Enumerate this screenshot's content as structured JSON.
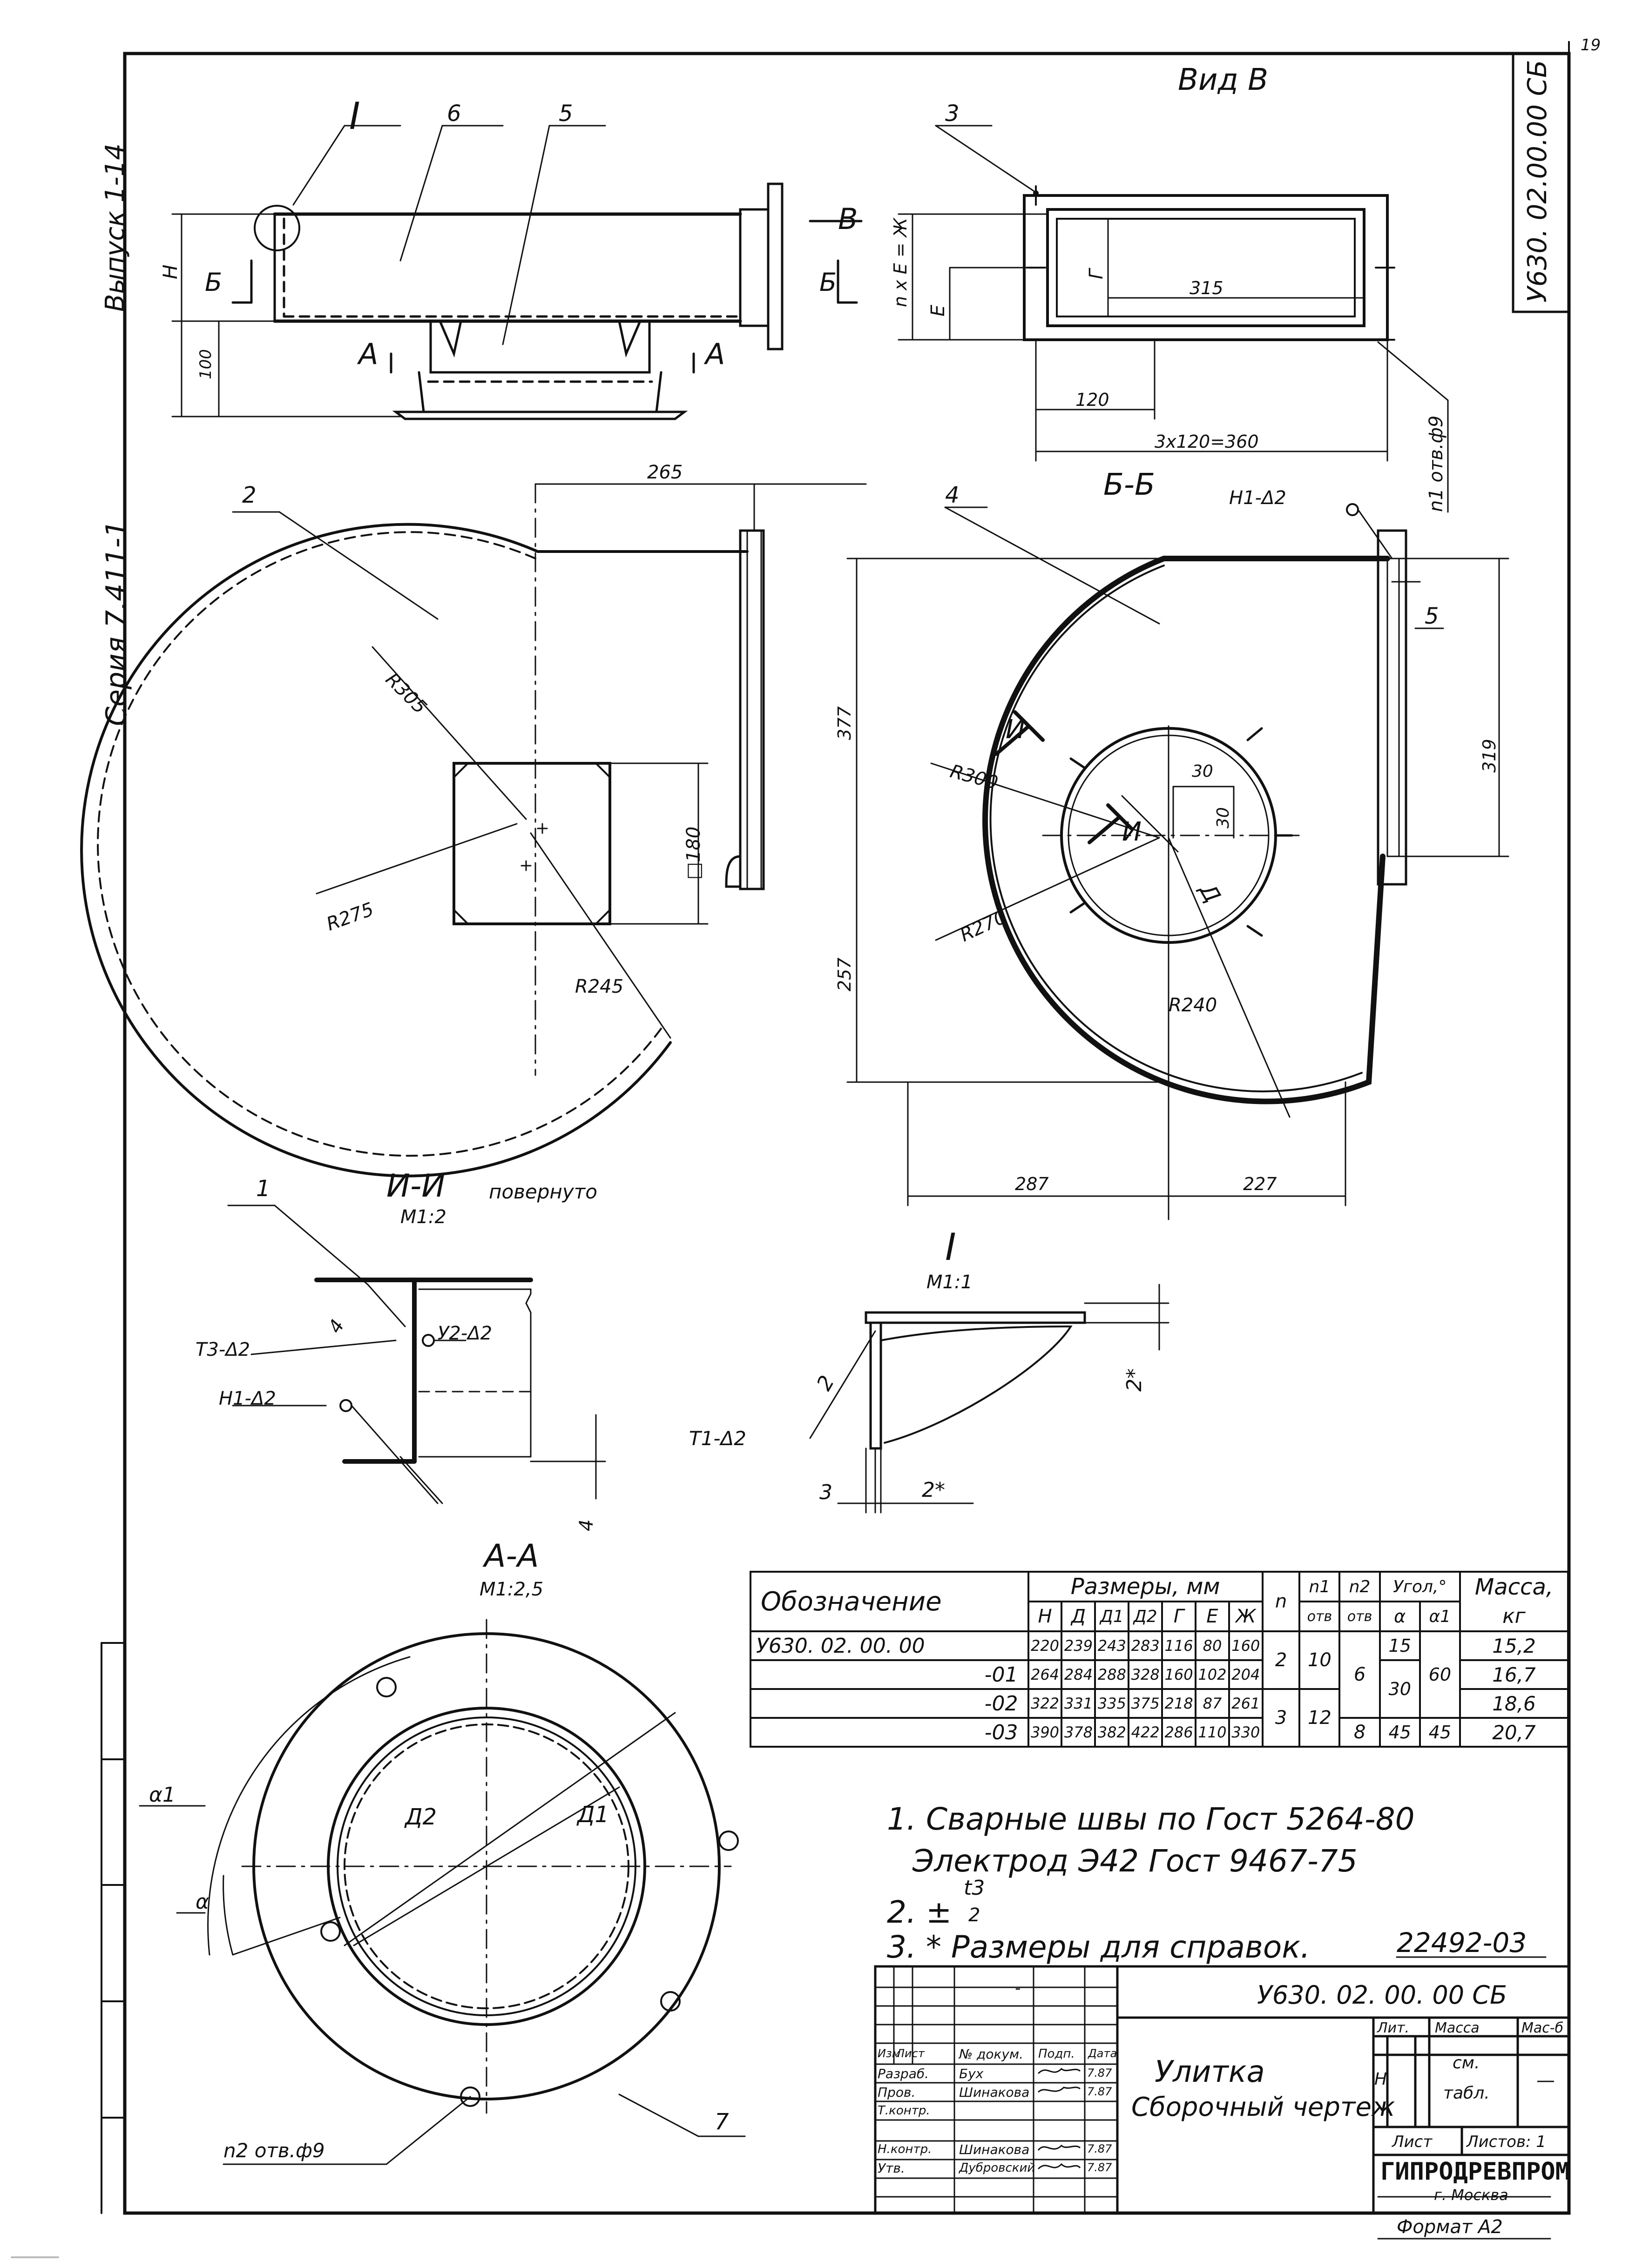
{
  "sheet": {
    "page_number": "19",
    "designation_vertical": "У630. 02.00.00 СБ",
    "series": "Серия 7.411-1",
    "issue": "Выпуск 1-14",
    "archive_number": "22492-03",
    "format": "Формат А2"
  },
  "views": {
    "view_b_title": "Вид В",
    "section_bb_title": "Б-Б",
    "section_ii_title": "И-И",
    "section_ii_note": "повернуто",
    "section_ii_scale": "М1:2",
    "detail_i_title": "I",
    "detail_i_scale": "М1:1",
    "section_aa_title": "А-А",
    "section_aa_scale": "М1:2,5"
  },
  "labels": {
    "pos_1": "1",
    "pos_2": "2",
    "pos_3": "3",
    "pos_4": "4",
    "pos_5": "5",
    "pos_6": "6",
    "pos_7": "7",
    "detail_I": "I",
    "cut_B": "В",
    "cut_Bb": "Б",
    "cut_A": "А",
    "cut_I": "И",
    "dim_H": "Н",
    "dim_100": "100",
    "dim_nxE": "n x Е = Ж",
    "dim_E": "Е",
    "dim_G": "Г",
    "dim_315": "315",
    "dim_120": "120",
    "dim_3x120": "3х120=360",
    "holes_n1": "n1 отв.ф9",
    "dim_265": "265",
    "dim_R305": "R305",
    "dim_R275": "R275",
    "dim_R245": "R245",
    "dim_sq180": "□180",
    "weld_H1": "Н1-Δ2",
    "dim_5": "5",
    "dim_377": "377",
    "dim_319": "319",
    "dim_30a": "30",
    "dim_30b": "30",
    "dim_R300": "R300",
    "dim_R270": "R270",
    "dim_R240": "R240",
    "dim_D": "Д",
    "dim_257": "257",
    "dim_287": "287",
    "dim_227": "227",
    "weld_T3": "Т3-Δ2",
    "weld_Y2": "У2-Δ2",
    "weld_H1b": "Н1-Δ2",
    "dim_4a": "4",
    "dim_4b": "4",
    "weld_T1": "Т1-Δ2",
    "dim_2": "2",
    "dim_2star": "2*",
    "dim_3": "3",
    "dim_2starb": "2*",
    "dim_alpha1": "α1",
    "dim_alpha": "α",
    "dim_D2": "Д2",
    "dim_D1": "Д1",
    "holes_n2": "n2 отв.ф9"
  },
  "spec_table": {
    "header_designation": "Обозначение",
    "header_sizes": "Размеры, мм",
    "col_H": "Н",
    "col_D": "Д",
    "col_D1": "Д1",
    "col_D2": "Д2",
    "col_G": "Г",
    "col_E": "Е",
    "col_Zh": "Ж",
    "col_n": "n",
    "col_n1": "n1",
    "col_n1_sub": "отв",
    "col_n2": "n2",
    "col_n2_sub": "отв",
    "header_angle": "Угол,°",
    "col_alpha": "α",
    "col_alpha1": "α1",
    "header_mass": "Масса,",
    "header_mass_unit": "кг",
    "rows": [
      {
        "designation": "У630. 02. 00. 00",
        "H": "220",
        "D": "239",
        "D1": "243",
        "D2": "283",
        "G": "116",
        "E": "80",
        "Zh": "160",
        "mass": "15,2"
      },
      {
        "designation": "-01",
        "H": "264",
        "D": "284",
        "D1": "288",
        "D2": "328",
        "G": "160",
        "E": "102",
        "Zh": "204",
        "mass": "16,7"
      },
      {
        "designation": "-02",
        "H": "322",
        "D": "331",
        "D1": "335",
        "D2": "375",
        "G": "218",
        "E": "87",
        "Zh": "261",
        "mass": "18,6"
      },
      {
        "designation": "-03",
        "H": "390",
        "D": "378",
        "D1": "382",
        "D2": "422",
        "G": "286",
        "E": "110",
        "Zh": "330",
        "mass": "20,7"
      }
    ],
    "merged": {
      "n_01": "2",
      "n_23": "3",
      "n1_01": "10",
      "n1_23": "12",
      "n2_012": "6",
      "n2_3": "8",
      "alpha_0": "15",
      "alpha_12": "30",
      "alpha_3": "45",
      "alpha1_012": "60",
      "alpha1_3": "45"
    }
  },
  "notes": {
    "n1_line1": "1. Сварные швы по Гост 5264-80",
    "n1_line2": "Электрод Э42 Гост 9467-75",
    "n2_prefix": "2. ±",
    "n2_num": "t3",
    "n2_den": "2",
    "n3": "3. * Размеры для справок."
  },
  "title_block": {
    "dash_mark": "-",
    "designation": "У630. 02. 00. 00 СБ",
    "name_line1": "Улитка",
    "name_line2": "Сборочный чертеж",
    "col_izm": "Изм",
    "col_list": "Лист",
    "col_doc": "№ докум.",
    "col_sign": "Подп.",
    "col_date": "Дата",
    "role_razrab": "Разраб.",
    "name_razrab": "Бух",
    "date_razrab": "7.87",
    "role_prov": "Пров.",
    "name_prov": "Шинакова",
    "date_prov": "7.87",
    "role_tkontr": "Т.контр.",
    "role_nkontr": "Н.контр.",
    "name_nkontr": "Шинакова",
    "date_nkontr": "7.87",
    "role_utv": "Утв.",
    "name_utv": "Дубровский",
    "date_utv": "7.87",
    "hdr_lit": "Лит.",
    "hdr_mass": "Масса",
    "hdr_scale": "Мас-б",
    "lit_value": "Н",
    "mass_value_1": "см.",
    "mass_value_2": "табл.",
    "scale_value": "—",
    "sheet_label": "Лист",
    "sheets_label": "Листов: 1",
    "org": "ГИПРОДРЕВПРОМ",
    "city": "г. Москва"
  }
}
